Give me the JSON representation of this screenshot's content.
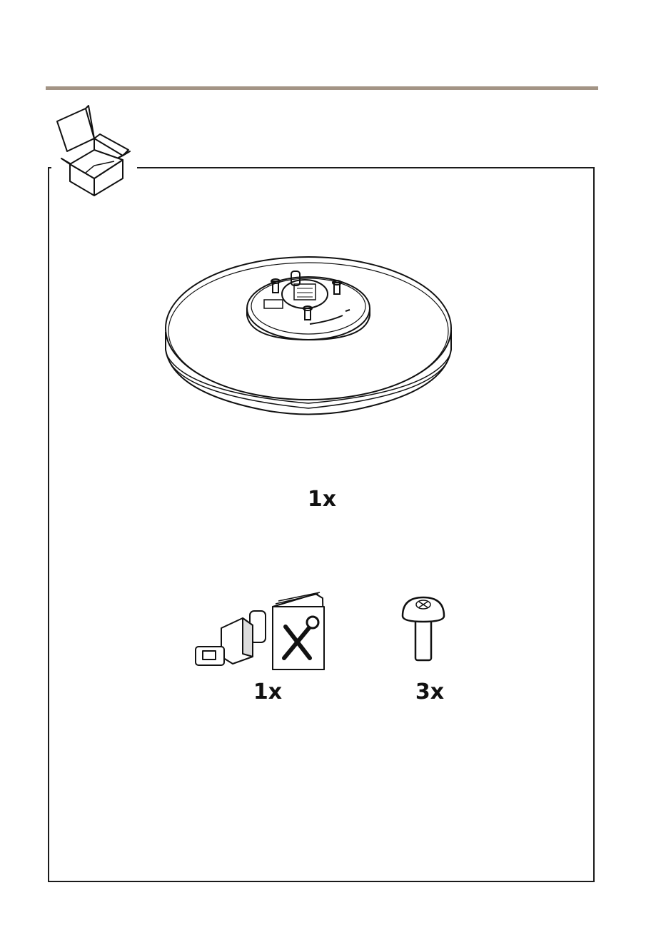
{
  "contents": {
    "items": [
      {
        "quantity": "1x",
        "icon": "mount-plate-icon"
      },
      {
        "quantity": "1x",
        "icon": "connector-and-guide-icon"
      },
      {
        "quantity": "3x",
        "icon": "screw-icon"
      }
    ]
  },
  "colors": {
    "rule": "#a39485",
    "frame": "#1a1a1a"
  }
}
